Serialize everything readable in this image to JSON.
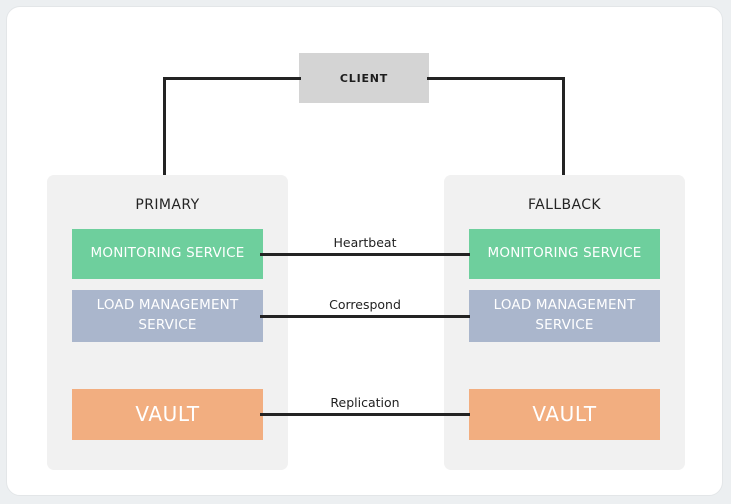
{
  "diagram": {
    "title_node": {
      "label": "CLIENT",
      "fill": "#d4d4d4"
    },
    "panels": [
      {
        "name": "primary",
        "title": "PRIMARY",
        "services": [
          {
            "label": "MONITORING SERVICE",
            "fill": "#6ecf9d"
          },
          {
            "label": "LOAD MANAGEMENT SERVICE",
            "fill": "#aab6cc"
          },
          {
            "label": "VAULT",
            "fill": "#f2ae80"
          }
        ]
      },
      {
        "name": "fallback",
        "title": "FALLBACK",
        "services": [
          {
            "label": "MONITORING SERVICE",
            "fill": "#6ecf9d"
          },
          {
            "label": "LOAD MANAGEMENT SERVICE",
            "fill": "#aab6cc"
          },
          {
            "label": "VAULT",
            "fill": "#f2ae80"
          }
        ]
      }
    ],
    "links": [
      {
        "name": "heartbeat",
        "label": "Heartbeat"
      },
      {
        "name": "correspond",
        "label": "Correspond"
      },
      {
        "name": "replication",
        "label": "Replication"
      }
    ],
    "colors": {
      "page_background": "#eceff1",
      "card_background": "#ffffff",
      "panel_background": "#f1f1f1",
      "connector": "#232323",
      "text_dark": "#1d1d1d",
      "text_light": "#ffffff"
    }
  }
}
